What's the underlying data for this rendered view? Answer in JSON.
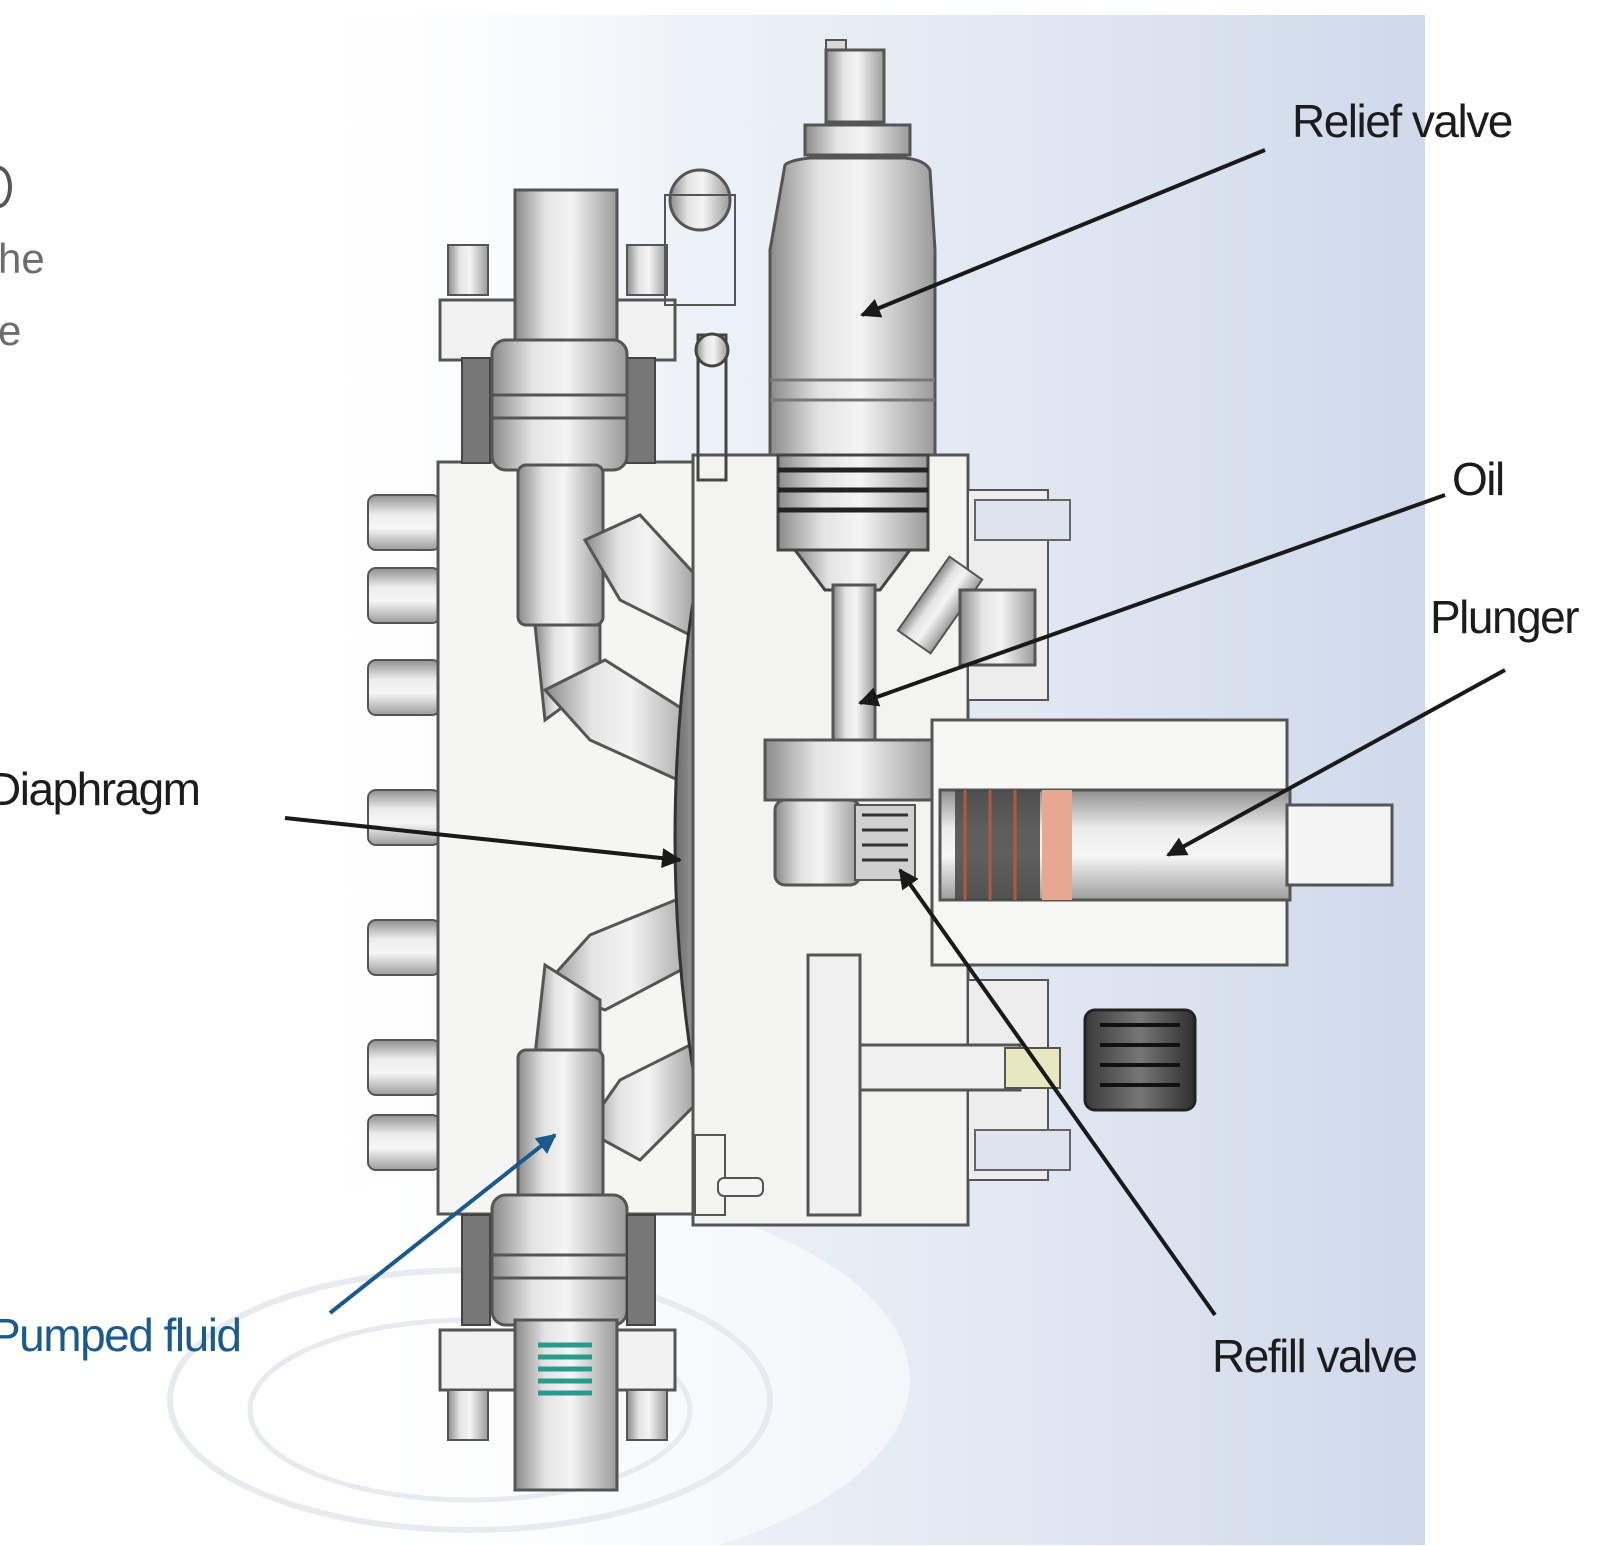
{
  "labels": {
    "relief_valve": "Relief valve",
    "oil": "Oil",
    "plunger": "Plunger",
    "diaphragm": "Diaphragm",
    "pumped_fluid": "Pumped fluid",
    "refill_valve": "Refill valve"
  },
  "cropped_text": [
    "he",
    "e"
  ],
  "colors": {
    "callout_text": "#1c1c1c",
    "pumped_fluid_text": "#1a5a8c",
    "pumped_fluid_arrow": "#1a5a8c",
    "leader_line": "#1a1a1a",
    "spring": "#2a9a8f",
    "plunger_seal": "#e8a890"
  }
}
